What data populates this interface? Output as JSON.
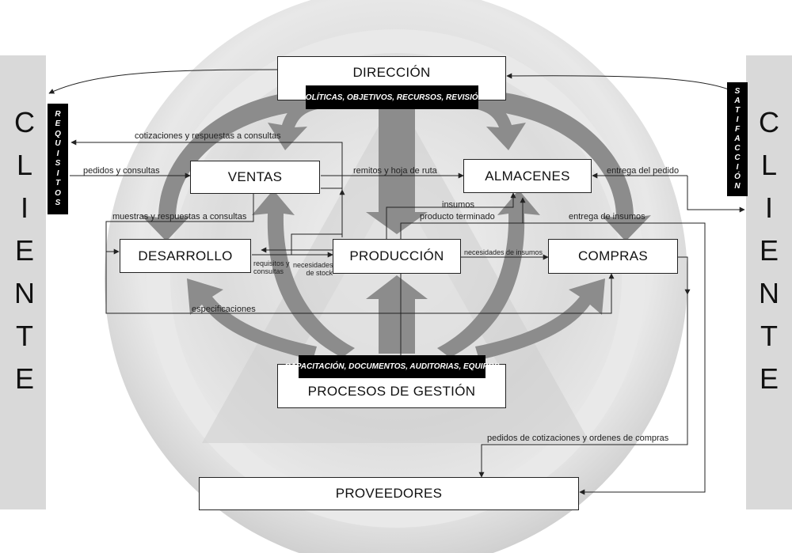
{
  "client_left": {
    "letters": [
      "C",
      "L",
      "I",
      "E",
      "N",
      "T",
      "E"
    ]
  },
  "client_right": {
    "letters": [
      "C",
      "L",
      "I",
      "E",
      "N",
      "T",
      "E"
    ]
  },
  "requisitos_letters": [
    "R",
    "E",
    "Q",
    "U",
    "I",
    "S",
    "I",
    "T",
    "O",
    "S"
  ],
  "satisfaccion_letters": [
    "S",
    "A",
    "T",
    "I",
    "F",
    "A",
    "C",
    "C",
    "I",
    "Ó",
    "N"
  ],
  "boxes": {
    "direccion": "DIRECCIÓN",
    "ventas": "VENTAS",
    "almacenes": "ALMACENES",
    "desarrollo": "DESARROLLO",
    "produccion": "PRODUCCIÓN",
    "compras": "COMPRAS",
    "procesos": "PROCESOS DE GESTIÓN",
    "proveedores": "PROVEEDORES"
  },
  "bars": {
    "direccion": "POLÍTICAS, OBJETIVOS, RECURSOS, REVISIÓN",
    "procesos": "CAPACITACIÓN, DOCUMENTOS, AUDITORIAS, EQUIPOS"
  },
  "labels": {
    "cotizaciones": "cotizaciones y respuestas a consultas",
    "pedidos": "pedidos y consultas",
    "remitos": "remitos y hoja de ruta",
    "entrega_pedido": "entrega del pedido",
    "insumos": "insumos",
    "producto_terminado": "producto terminado",
    "entrega_insumos": "entrega de insumos",
    "muestras": "muestras y respuestas a consultas",
    "requisitos_consultas": "requisitos y consultas",
    "necesidades_stock": "necesidades de stock",
    "necesidades_insumos": "necesidades de insumos",
    "especificaciones": "especificaciones",
    "pedidos_cotizaciones": "pedidos de cotizaciones y ordenes de compras"
  }
}
